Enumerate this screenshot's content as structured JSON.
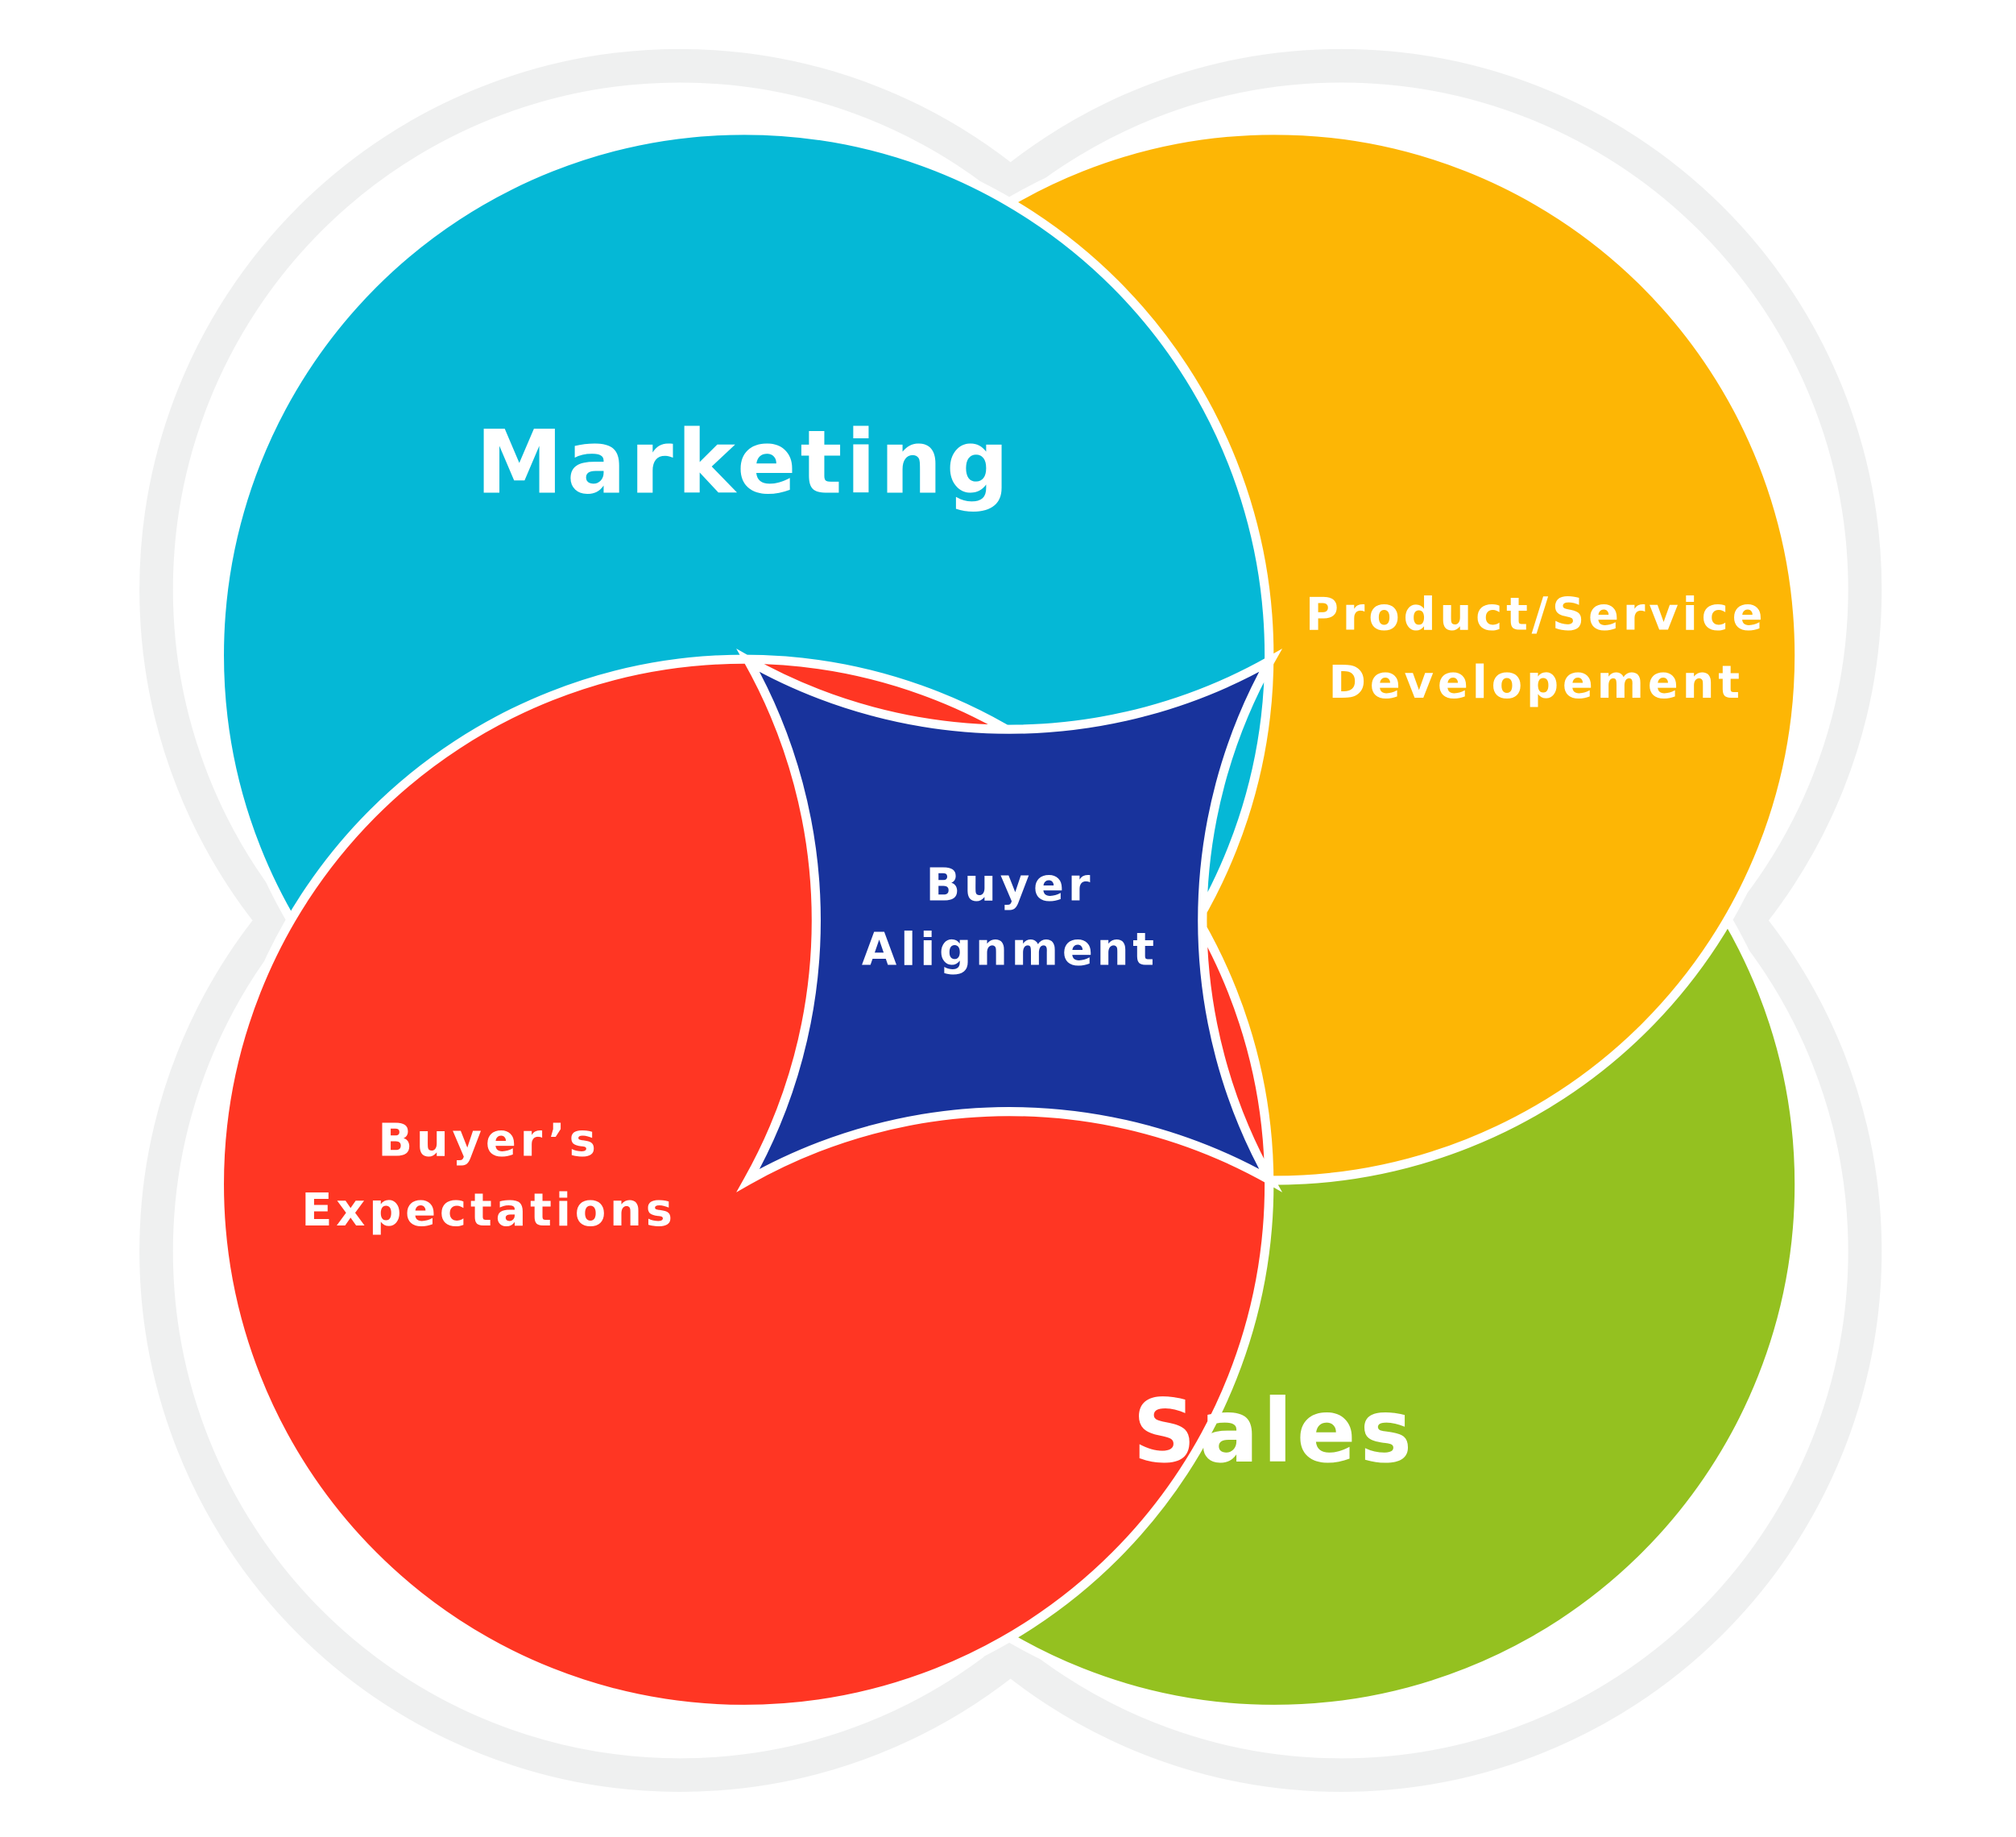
{
  "diagram": {
    "segments": [
      {
        "id": "marketing",
        "label": "Marketing",
        "color": "#05b8d6"
      },
      {
        "id": "product",
        "label_lines": [
          "Product/Service",
          "Developement"
        ],
        "color": "#fdb605"
      },
      {
        "id": "expectations",
        "label_lines": [
          "Buyer’s",
          "Expectations"
        ],
        "color": "#ff3623"
      },
      {
        "id": "sales",
        "label": "Sales",
        "color": "#94c120"
      }
    ],
    "center": {
      "label_lines": [
        "Buyer",
        "Alignment"
      ],
      "color": "#18339c"
    },
    "ring_color": "#eff0f0"
  }
}
